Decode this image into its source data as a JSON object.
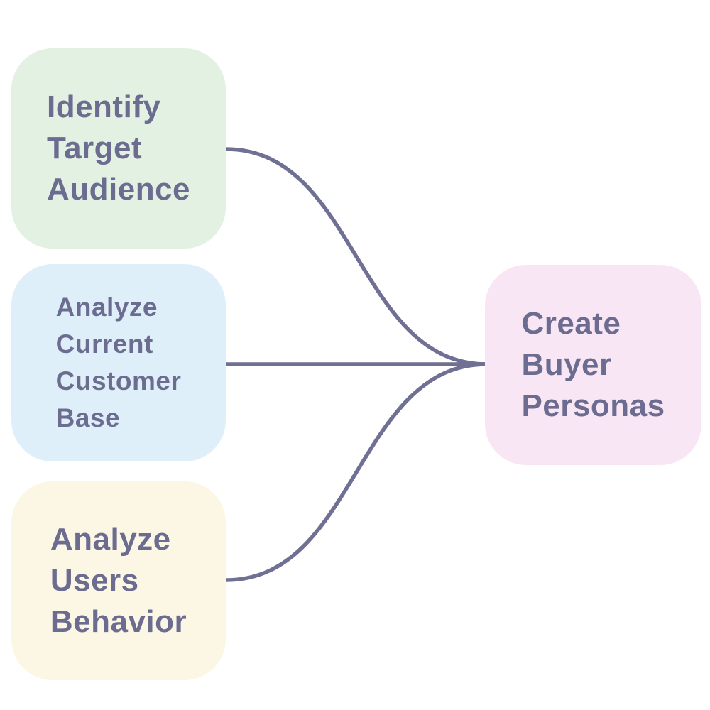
{
  "diagram": {
    "background_color": "#FFFFFF",
    "connector_color": "#6F7094",
    "connector_stroke_width": 5.5,
    "text_color": "#6B6C90",
    "nodes": [
      {
        "id": "identify-target-audience",
        "lines": [
          "Identify",
          "Target",
          "Audience"
        ],
        "bg": "#E3F1E3"
      },
      {
        "id": "analyze-current-customer-base",
        "lines": [
          "Analyze",
          "Current",
          "Customer",
          "Base"
        ],
        "bg": "#DFEFFA"
      },
      {
        "id": "analyze-users-behavior",
        "lines": [
          "Analyze",
          "Users",
          "Behavior"
        ],
        "bg": "#FBF7E4"
      },
      {
        "id": "create-buyer-personas",
        "lines": [
          "Create",
          "Buyer",
          "Personas"
        ],
        "bg": "#F9E6F4"
      }
    ],
    "edges": [
      {
        "from": "identify-target-audience",
        "to": "create-buyer-personas"
      },
      {
        "from": "analyze-current-customer-base",
        "to": "create-buyer-personas"
      },
      {
        "from": "analyze-users-behavior",
        "to": "create-buyer-personas"
      }
    ]
  }
}
